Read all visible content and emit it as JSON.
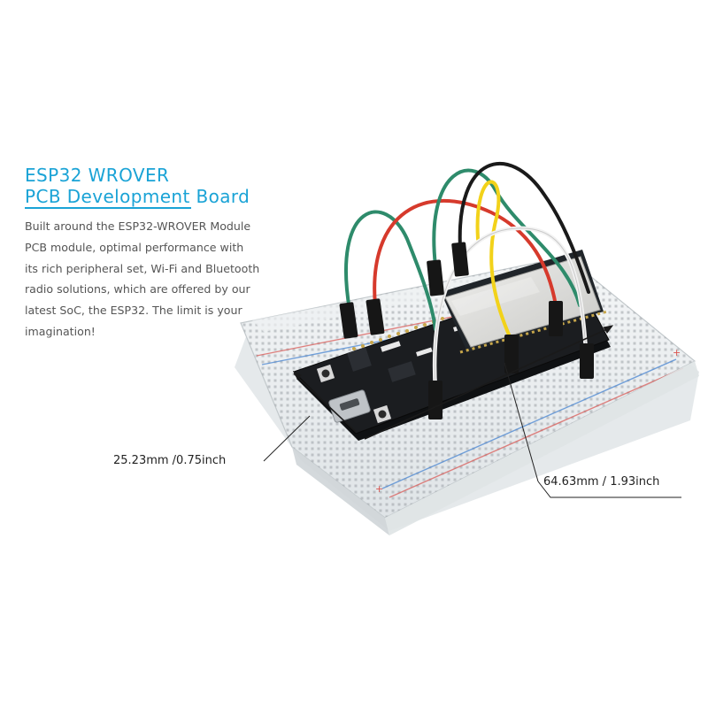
{
  "heading": {
    "line1": "ESP32 WROVER",
    "line2": "PCB Development Board"
  },
  "description": {
    "lines": [
      "Built around the ESP32-WROVER Module",
      "PCB module, optimal performance with",
      "its rich peripheral set, Wi-Fi and Bluetooth",
      "radio solutions, which are offered by our",
      "latest SoC, the ESP32. The limit is your",
      "imagination!"
    ]
  },
  "dimensions": {
    "width_label": "25.23mm /0.75inch",
    "length_label": "64.63mm / 1.93inch"
  },
  "colors": {
    "heading": "#1aa3d6",
    "body_text": "#555555",
    "pcb": "#1b1d20",
    "module_shield": "#d8d8d6",
    "wire_green": "#2e8b6b",
    "wire_red": "#d63a2c",
    "wire_yellow": "#f2d21a",
    "wire_black": "#1a1a1a",
    "wire_white": "#f2f2f2"
  }
}
